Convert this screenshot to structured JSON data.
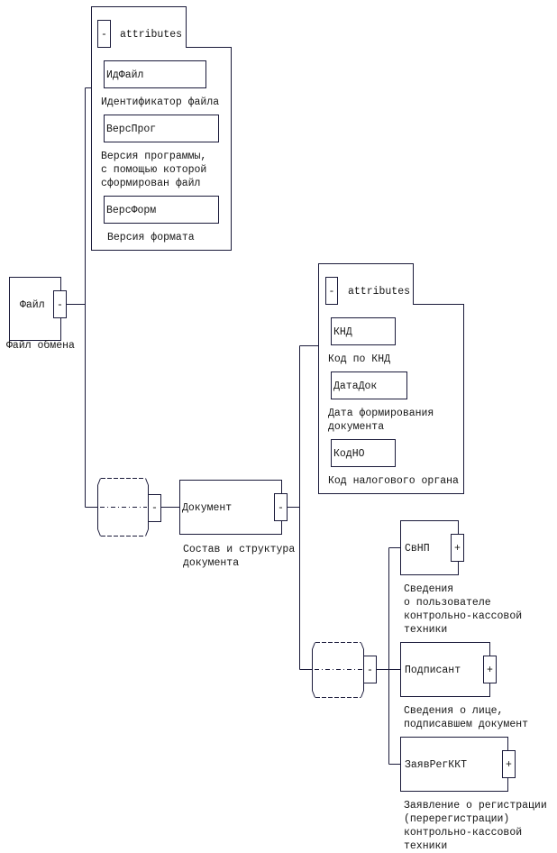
{
  "root": {
    "name": "Файл",
    "toggle": "-",
    "description": [
      "Файл обмена"
    ]
  },
  "root_attributes": {
    "toggle": "-",
    "label": "attributes",
    "items": [
      {
        "name": "ИдФайл",
        "description": [
          "Идентификатор файла"
        ]
      },
      {
        "name": "ВерсПрог",
        "description": [
          "Версия программы,",
          "с помощью которой",
          "сформирован файл"
        ]
      },
      {
        "name": "ВерсФорм",
        "description": [
          "Версия формата"
        ]
      }
    ]
  },
  "root_sequence": {
    "toggle": "-"
  },
  "document": {
    "name": "Документ",
    "toggle": "-",
    "description": [
      "Состав и структура",
      "документа"
    ]
  },
  "document_attributes": {
    "toggle": "-",
    "label": "attributes",
    "items": [
      {
        "name": "КНД",
        "description": [
          "Код по КНД"
        ]
      },
      {
        "name": "ДатаДок",
        "description": [
          "Дата формирования",
          "документа"
        ]
      },
      {
        "name": "КодНО",
        "description": [
          "Код налогового органа"
        ]
      }
    ]
  },
  "document_sequence": {
    "toggle": "-"
  },
  "document_children": [
    {
      "name": "СвНП",
      "toggle": "+",
      "description": [
        "Сведения",
        "о пользователе",
        "контрольно-кассовой",
        "техники"
      ]
    },
    {
      "name": "Подписант",
      "toggle": "+",
      "description": [
        "Сведения о лице,",
        "подписавшем документ"
      ]
    },
    {
      "name": "ЗаявРегККТ",
      "toggle": "+",
      "description": [
        "Заявление о регистрации",
        "(перерегистрации)",
        "контрольно-кассовой",
        "техники"
      ]
    }
  ],
  "colors": {
    "line": "#1a1a3a",
    "text": "#141414",
    "background": "#ffffff"
  }
}
